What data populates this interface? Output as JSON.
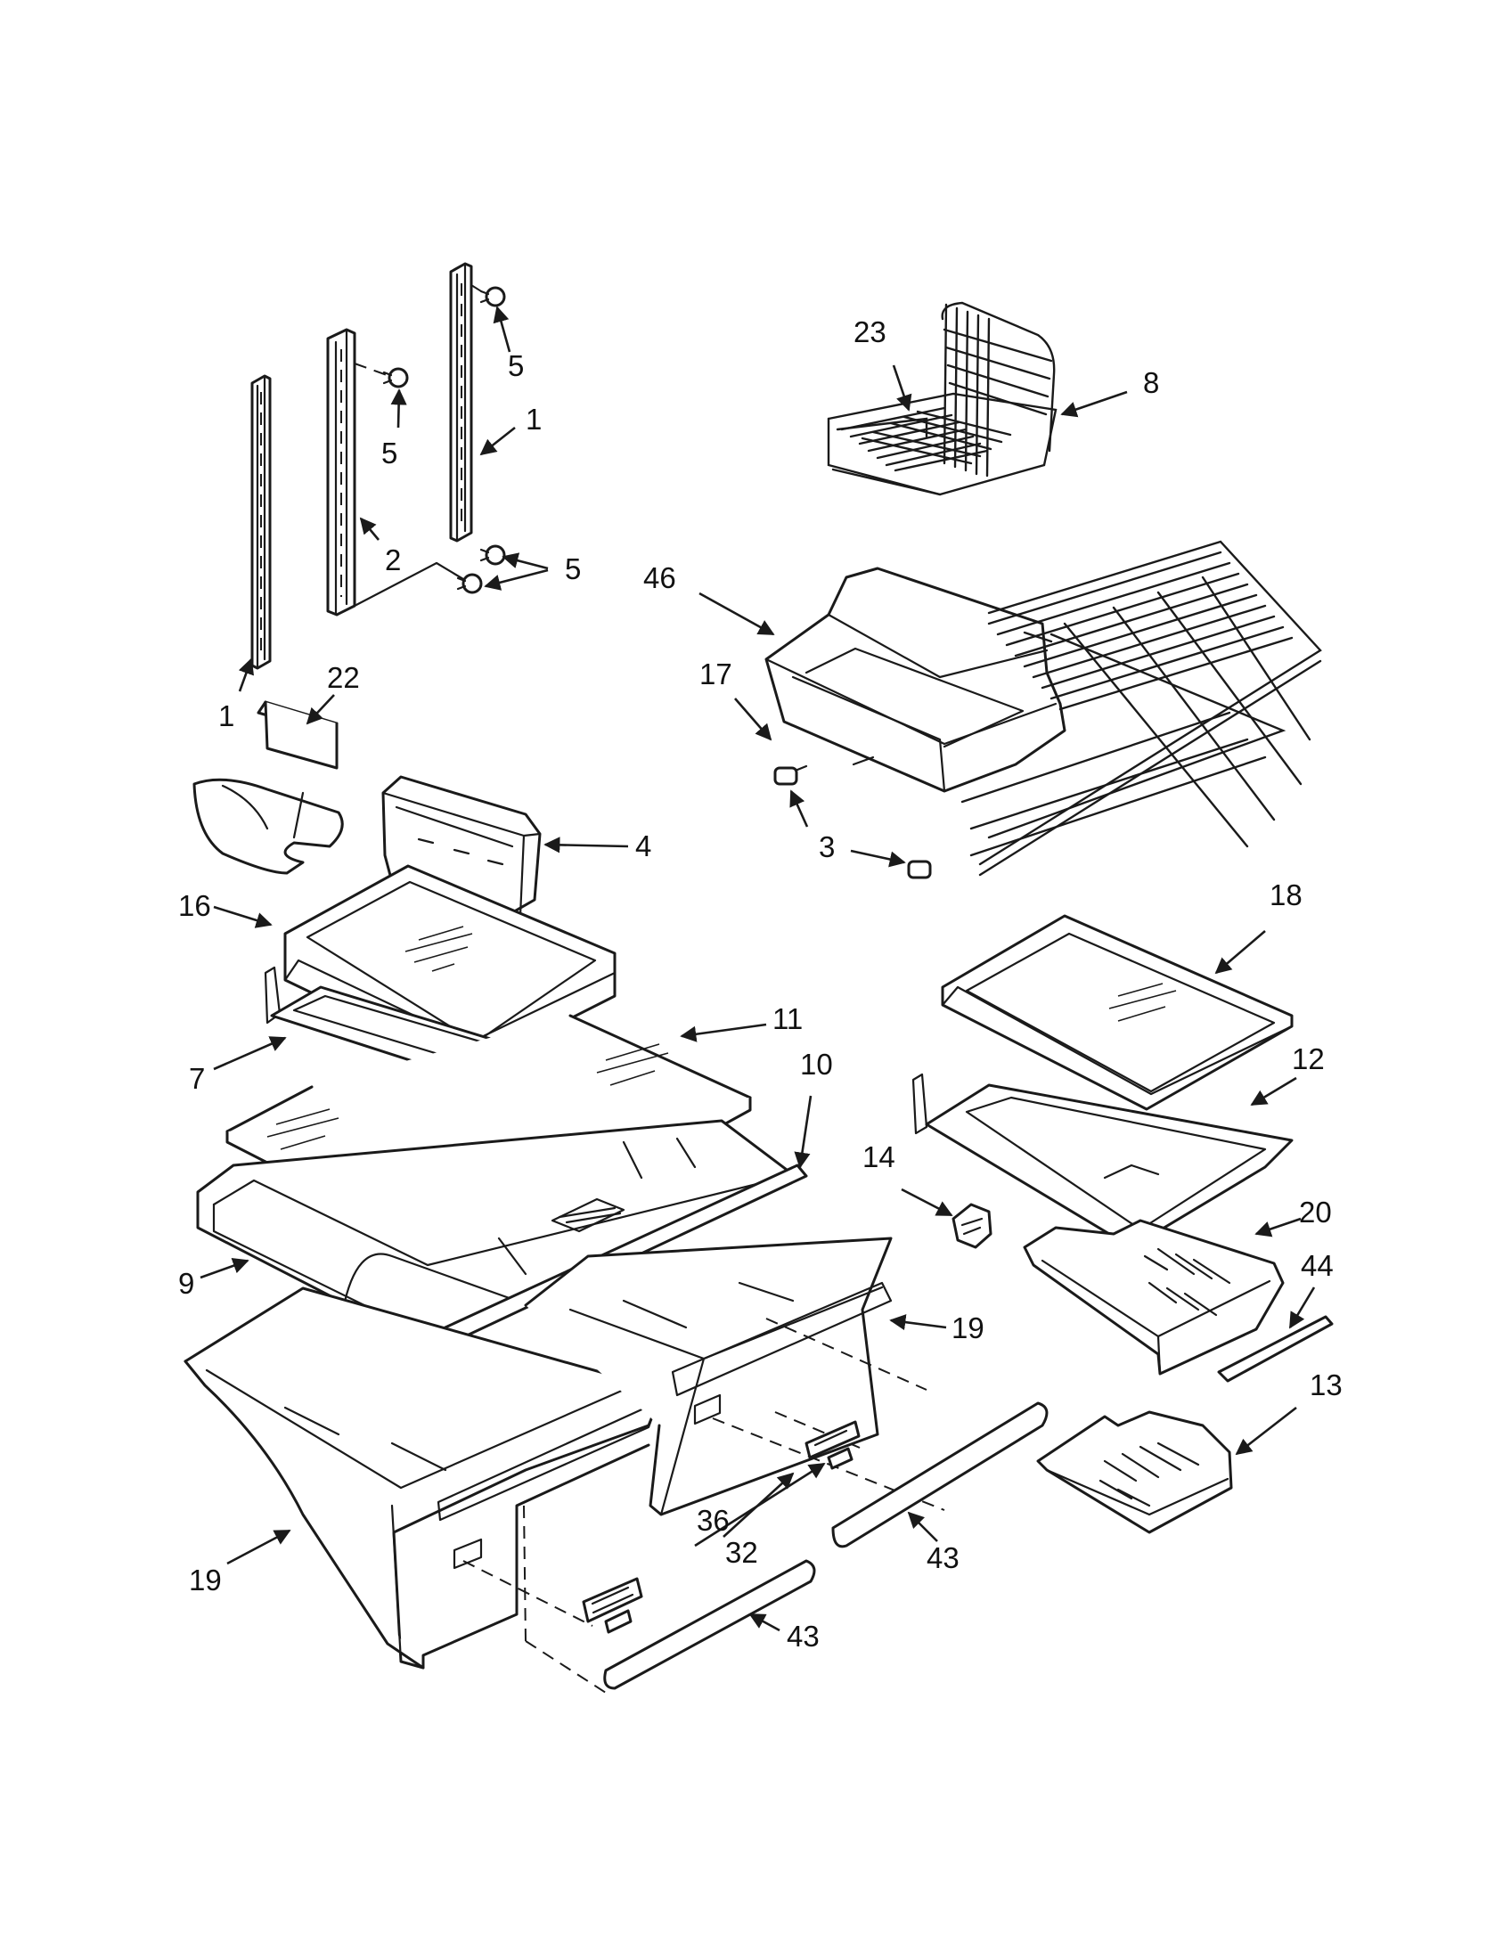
{
  "diagram": {
    "type": "exploded parts diagram",
    "callouts": [
      "5",
      "5",
      "1",
      "2",
      "5",
      "1",
      "22",
      "23",
      "8",
      "46",
      "17",
      "3",
      "4",
      "16",
      "18",
      "11",
      "10",
      "7",
      "12",
      "14",
      "20",
      "9",
      "44",
      "19",
      "13",
      "36",
      "32",
      "19",
      "43",
      "43"
    ]
  }
}
